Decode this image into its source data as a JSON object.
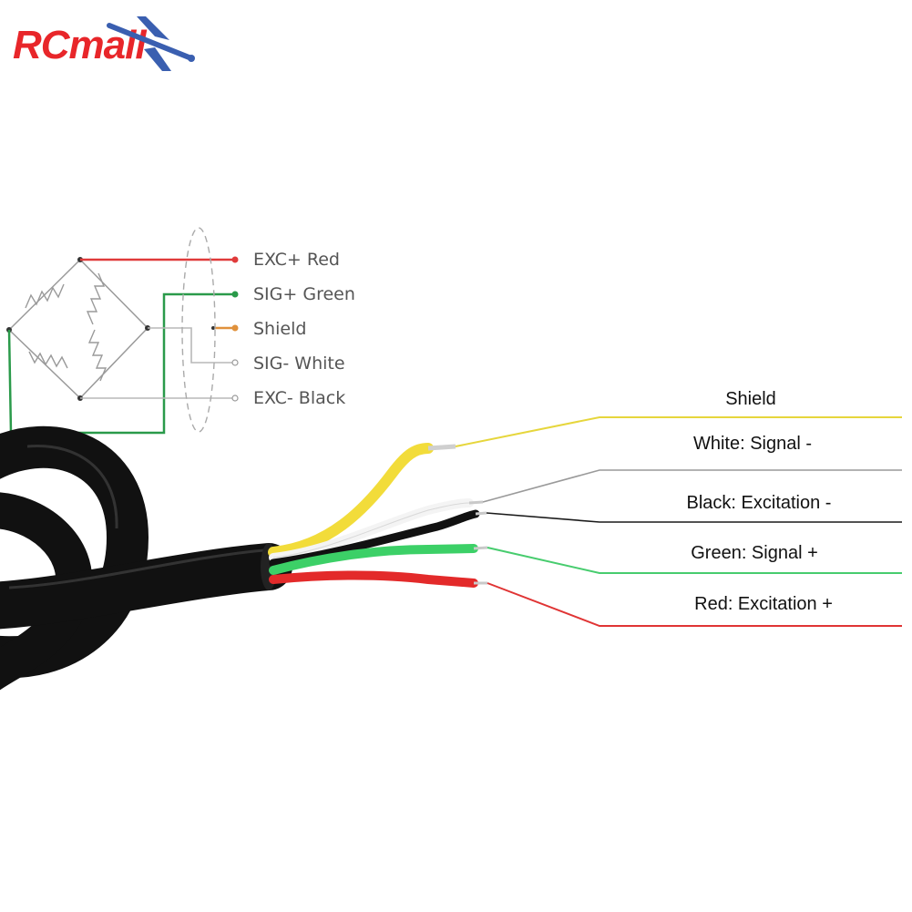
{
  "brand": {
    "logo_text": "RCmall",
    "colors": {
      "primary": "#e8262a",
      "accent": "#3a5fb0"
    }
  },
  "schematic": {
    "items": [
      {
        "label": "EXC+ Red",
        "color": "#e03b3b"
      },
      {
        "label": "SIG+ Green",
        "color": "#2a9a4a"
      },
      {
        "label": "Shield",
        "color": "#e0913c"
      },
      {
        "label": "SIG- White",
        "color": "#b8b8b8"
      },
      {
        "label": "EXC- Black",
        "color": "#b8b8b8"
      }
    ]
  },
  "wires": {
    "items": [
      {
        "label": "Shield",
        "color": "#e6d63c"
      },
      {
        "label": "White: Signal -",
        "color": "#9a9a9a"
      },
      {
        "label": "Black: Excitation -",
        "color": "#1a1a1a"
      },
      {
        "label": "Green: Signal +",
        "color": "#47cc6e"
      },
      {
        "label": "Red: Excitation +",
        "color": "#e03434"
      }
    ]
  }
}
